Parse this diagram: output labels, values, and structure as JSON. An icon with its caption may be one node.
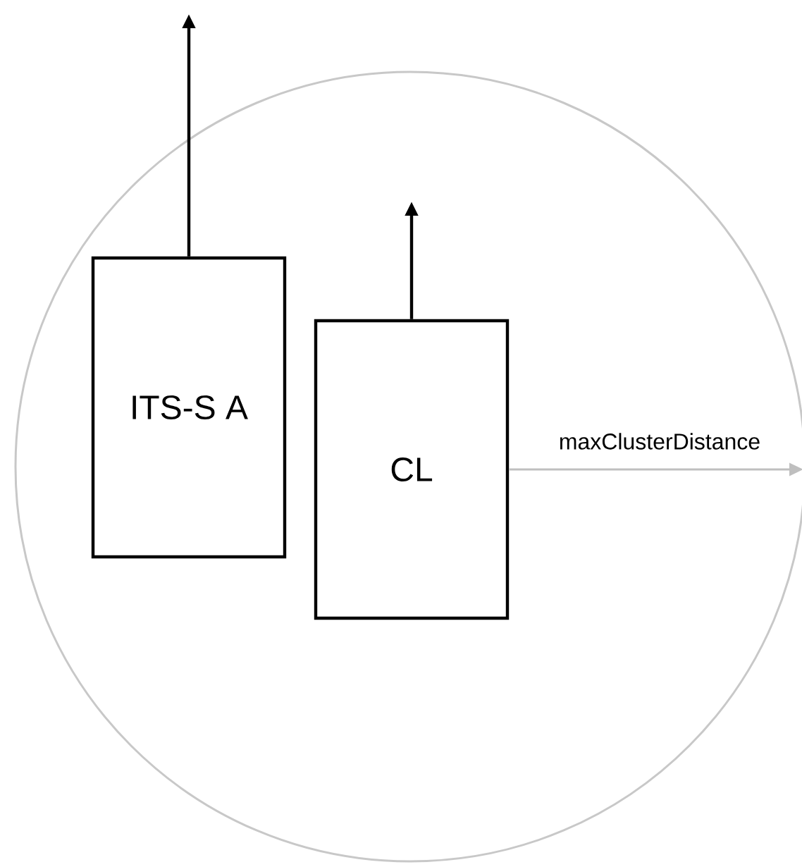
{
  "diagram": {
    "nodes": [
      {
        "text": [],
        "shape": "circle"
      },
      {
        "text": [
          "ITS-S A"
        ],
        "in": 0
      },
      {
        "text": [
          "CL"
        ],
        "in": 0
      }
    ],
    "edges": [
      {
        "from": 1,
        "to": null,
        "arrow": "to"
      },
      {
        "from": 2,
        "to": null,
        "arrow": "to"
      },
      {
        "from": 2,
        "to": null,
        "arrow": "to",
        "label": "maxClusterDistance",
        "color": "#bfbfbf"
      }
    ]
  }
}
